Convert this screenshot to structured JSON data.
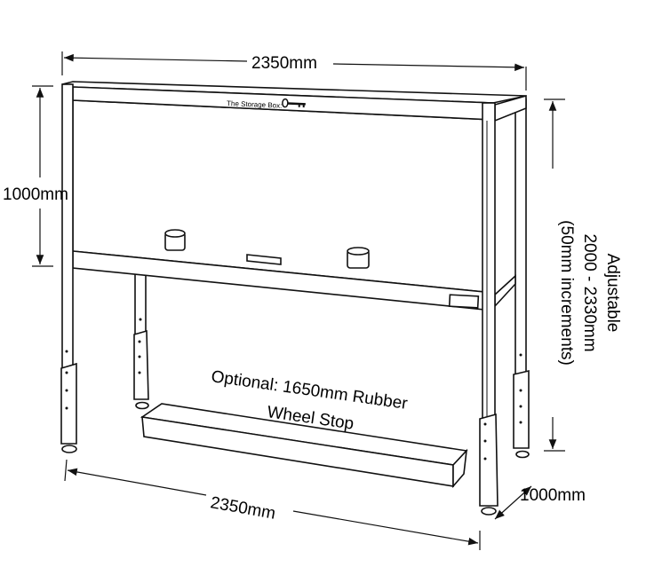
{
  "drawing": {
    "brand_label": "The Storage Box:",
    "brand_icon": "key-icon",
    "dimensions": {
      "top_width": "2350mm",
      "height": "1000mm",
      "adjustable_line1": "Adjustable",
      "adjustable_line2": "2000 - 2330mm",
      "adjustable_line3": "(50mm increments)",
      "bottom_width": "2350mm",
      "depth": "1000mm"
    },
    "wheel_stop_line1": "Optional: 1650mm Rubber",
    "wheel_stop_line2": "Wheel Stop"
  }
}
